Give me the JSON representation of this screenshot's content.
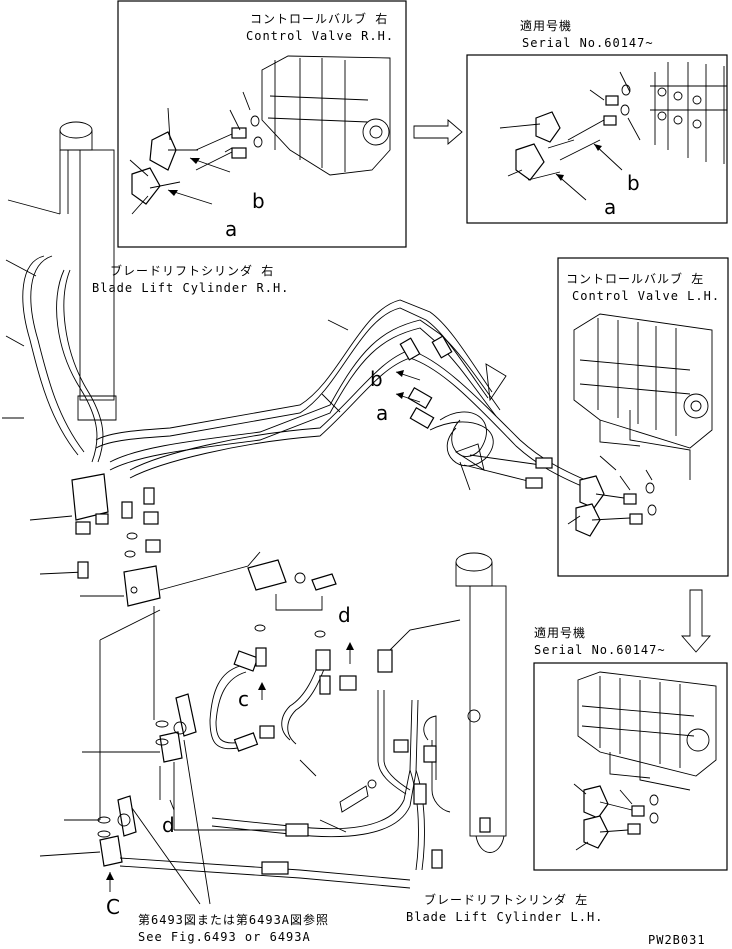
{
  "diagram_id": "PW2B031",
  "detail_rh": {
    "title_jp": "コントロールバルブ 右",
    "title_en": "Control Valve R.H.",
    "callout_a": "a",
    "callout_b": "b"
  },
  "detail_rh_serial": {
    "title_jp": "適用号機",
    "title_en": "Serial No.60147~",
    "callout_a": "a",
    "callout_b": "b"
  },
  "detail_lh": {
    "title_jp": "コントロールバルブ 左",
    "title_en": "Control Valve L.H."
  },
  "detail_lh_serial": {
    "title_jp": "適用号機",
    "title_en": "Serial No.60147~"
  },
  "main": {
    "cyl_rh_jp": "ブレードリフトシリンダ 右",
    "cyl_rh_en": "Blade Lift Cylinder R.H.",
    "cyl_lh_jp": "ブレードリフトシリンダ 左",
    "cyl_lh_en": "Blade Lift Cylinder L.H.",
    "callout_a": "a",
    "callout_b": "b",
    "callout_c1": "c",
    "callout_c2": "C",
    "callout_d1": "d",
    "callout_d2": "d",
    "ref_jp": "第6493図または第6493A図参照",
    "ref_en": "See Fig.6493 or 6493A"
  }
}
